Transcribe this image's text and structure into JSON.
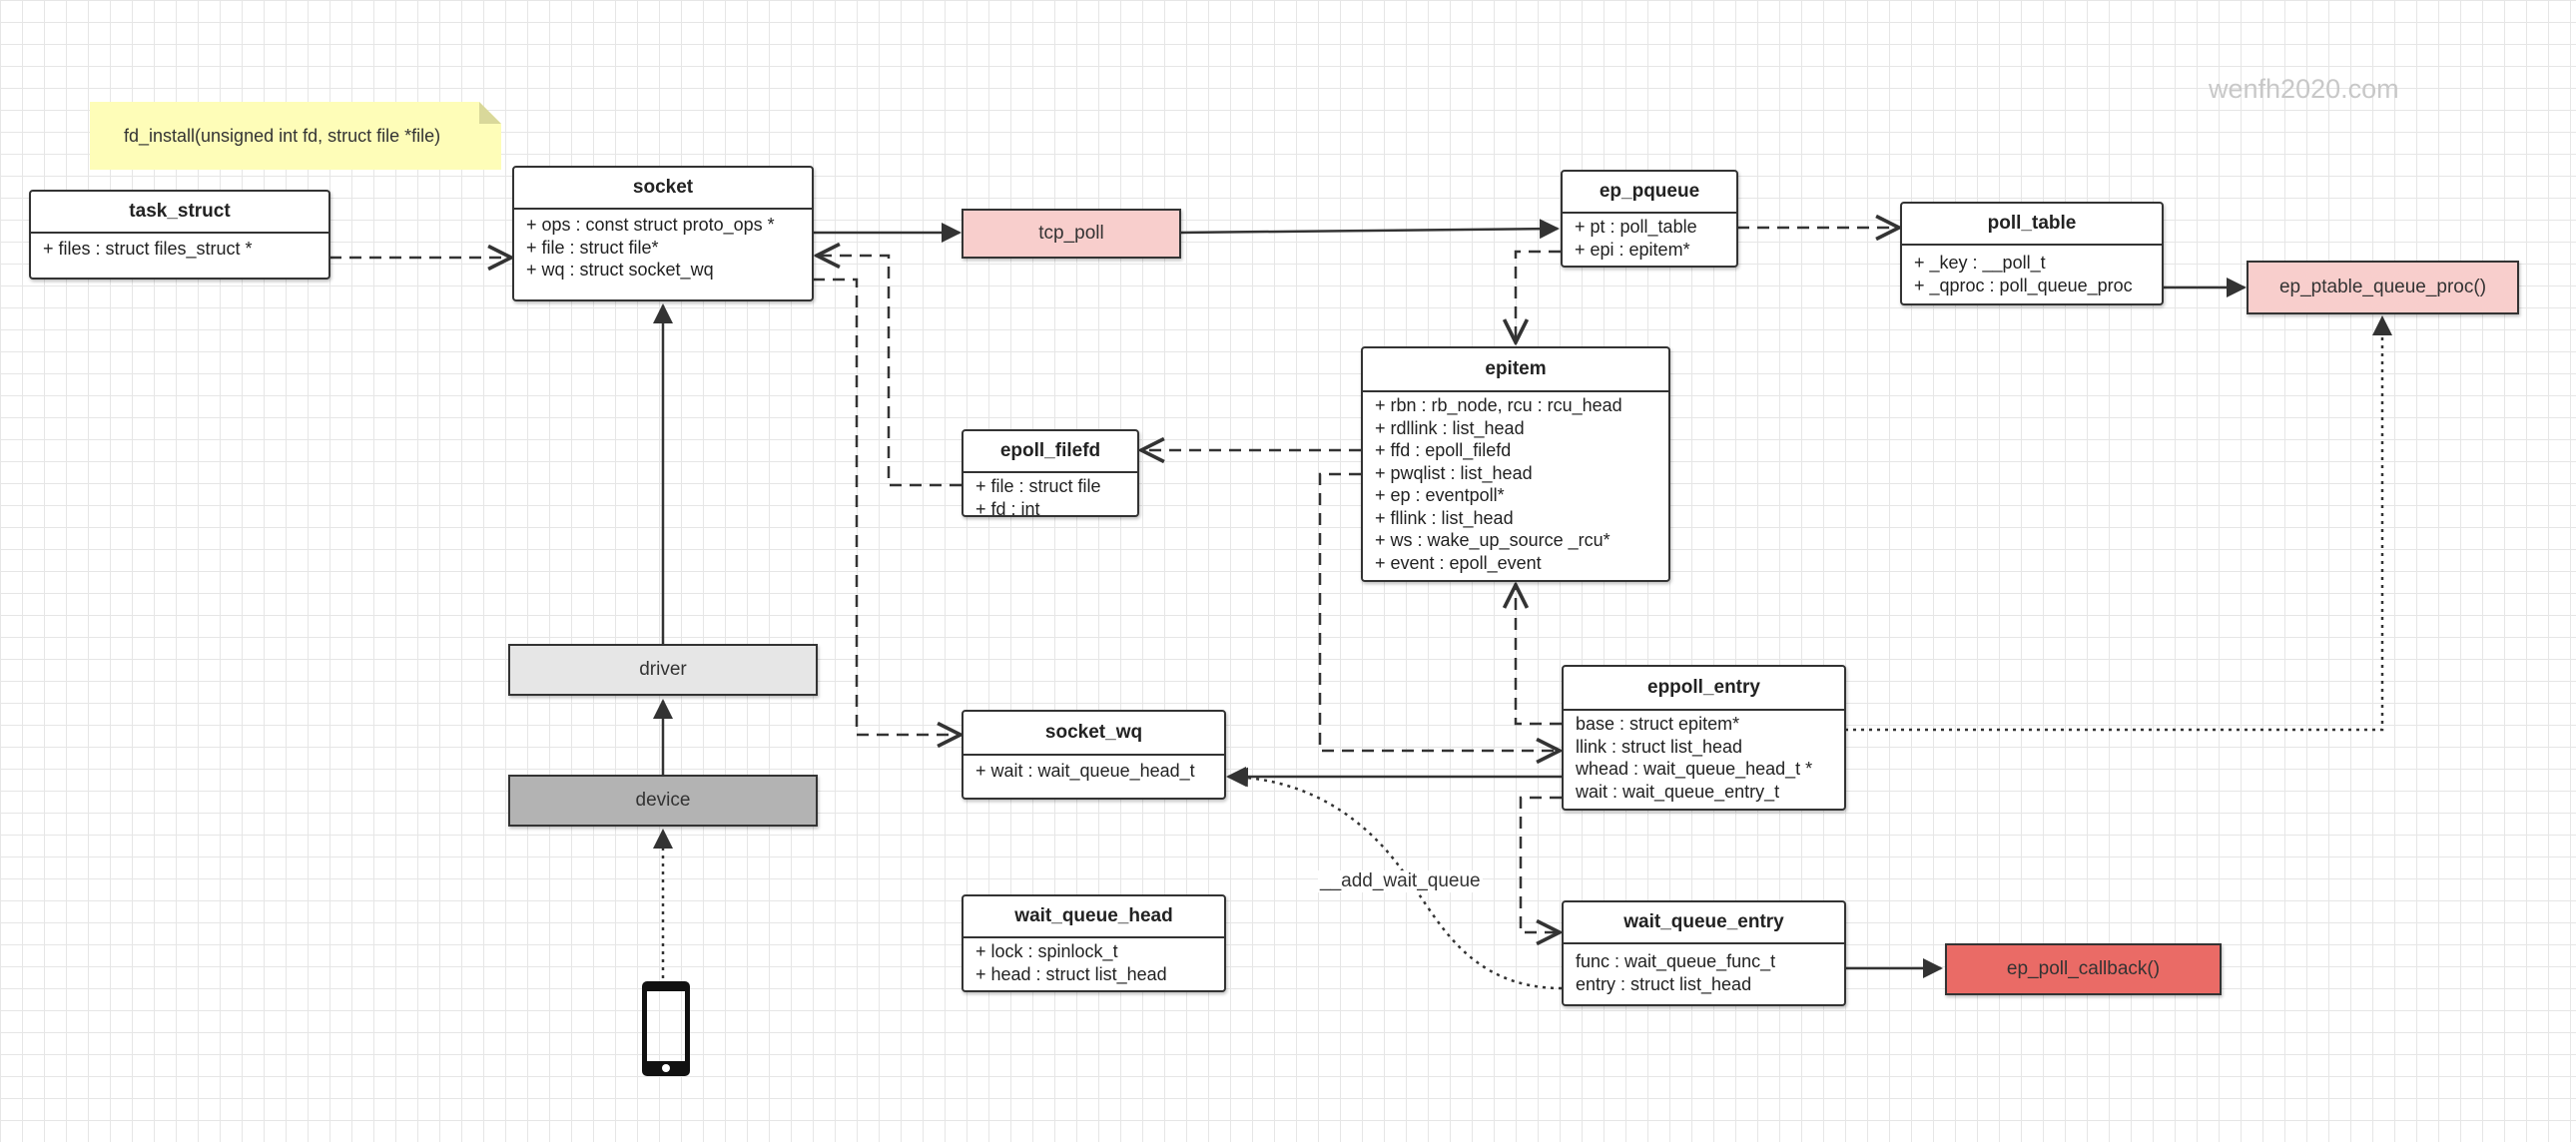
{
  "note": {
    "text": "fd_install(unsigned int fd, struct file *file)"
  },
  "watermark": "wenfh2020.com",
  "classes": {
    "task_struct": {
      "title": "task_struct",
      "fields": [
        "+ files : struct files_struct *"
      ]
    },
    "socket": {
      "title": "socket",
      "fields": [
        "+ ops : const struct proto_ops *",
        "+ file :  struct file*",
        "+ wq : struct socket_wq"
      ]
    },
    "epoll_filefd": {
      "title": "epoll_filefd",
      "fields": [
        "+ file : struct file",
        "+ fd : int"
      ]
    },
    "socket_wq": {
      "title": "socket_wq",
      "fields": [
        "+ wait : wait_queue_head_t"
      ]
    },
    "wait_queue_head": {
      "title": "wait_queue_head",
      "fields": [
        "+ lock : spinlock_t",
        "+ head : struct list_head"
      ]
    },
    "ep_pqueue": {
      "title": "ep_pqueue",
      "fields": [
        "+ pt : poll_table",
        "+ epi : epitem*"
      ]
    },
    "poll_table": {
      "title": "poll_table",
      "fields": [
        "+ _key : __poll_t",
        "+ _qproc : poll_queue_proc"
      ]
    },
    "epitem": {
      "title": "epitem",
      "fields": [
        "+ rbn : rb_node, rcu : rcu_head",
        "+ rdllink : list_head",
        "+ ffd : epoll_filefd",
        "+ pwqlist : list_head",
        "+ ep : eventpoll*",
        "+ fllink : list_head",
        "+ ws : wake_up_source _rcu*",
        "+ event : epoll_event"
      ]
    },
    "eppoll_entry": {
      "title": "eppoll_entry",
      "fields": [
        "base : struct epitem*",
        "llink : struct list_head",
        "whead : wait_queue_head_t *",
        "wait : wait_queue_entry_t"
      ]
    },
    "wait_queue_entry": {
      "title": "wait_queue_entry",
      "fields": [
        "func : wait_queue_func_t",
        "entry : struct list_head"
      ]
    }
  },
  "boxes": {
    "tcp_poll": {
      "label": "tcp_poll",
      "fill": "#f8cecc"
    },
    "ep_ptable_queue_proc": {
      "label": "ep_ptable_queue_proc()",
      "fill": "#f8cecc"
    },
    "ep_poll_callback": {
      "label": "ep_poll_callback()",
      "fill": "#ea6b66"
    },
    "driver": {
      "label": "driver",
      "fill": "#e6e6e6"
    },
    "device": {
      "label": "device",
      "fill": "#b3b3b3"
    }
  },
  "edge_labels": {
    "add_wait_queue": "__add_wait_queue"
  },
  "icons": {
    "device_icon": "mobile-phone-icon"
  },
  "colors": {
    "line": "#333333",
    "grid": "#e6e6e6",
    "note": "#fefdb8"
  }
}
